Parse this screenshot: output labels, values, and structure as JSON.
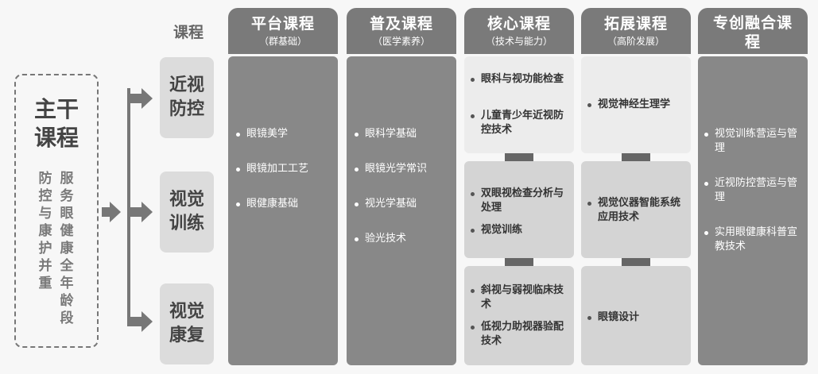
{
  "main": {
    "title_line1": "主干",
    "title_line2": "课程",
    "col1": "防控与康护并重",
    "col2": "服务眼健康全年龄段"
  },
  "course_label": "课程",
  "tracks": [
    "近视防控",
    "视觉训练",
    "视觉康复"
  ],
  "columns": [
    {
      "title": "平台课程",
      "subtitle": "（群基础）",
      "items": [
        "眼镜美学",
        "眼镜加工工艺",
        "眼健康基础"
      ]
    },
    {
      "title": "普及课程",
      "subtitle": "（医学素养）",
      "items": [
        "眼科学基础",
        "眼镜光学常识",
        "视光学基础",
        "验光技术"
      ]
    },
    {
      "title": "核心课程",
      "subtitle": "（技术与能力）",
      "cells": [
        [
          "眼科与视功能检查",
          "儿童青少年近视防控技术"
        ],
        [
          "双眼视检查分析与处理",
          "视觉训练"
        ],
        [
          "斜视与弱视临床技术",
          "低视力助视器验配技术"
        ]
      ]
    },
    {
      "title": "拓展课程",
      "subtitle": "（高阶发展）",
      "cells": [
        [
          "视觉神经生理学"
        ],
        [
          "视觉仪器智能系统应用技术"
        ],
        [
          "眼镜设计"
        ]
      ]
    },
    {
      "title": "专创融合课程",
      "subtitle": "",
      "items": [
        "视觉训练营运与管理",
        "近视防控营运与管理",
        "实用眼健康科普宣教技术"
      ]
    }
  ],
  "colors": {
    "header": "#7a7a7a",
    "body": "#888888",
    "light_cell": "#ececec",
    "mid_cell": "#d4d4d4"
  }
}
